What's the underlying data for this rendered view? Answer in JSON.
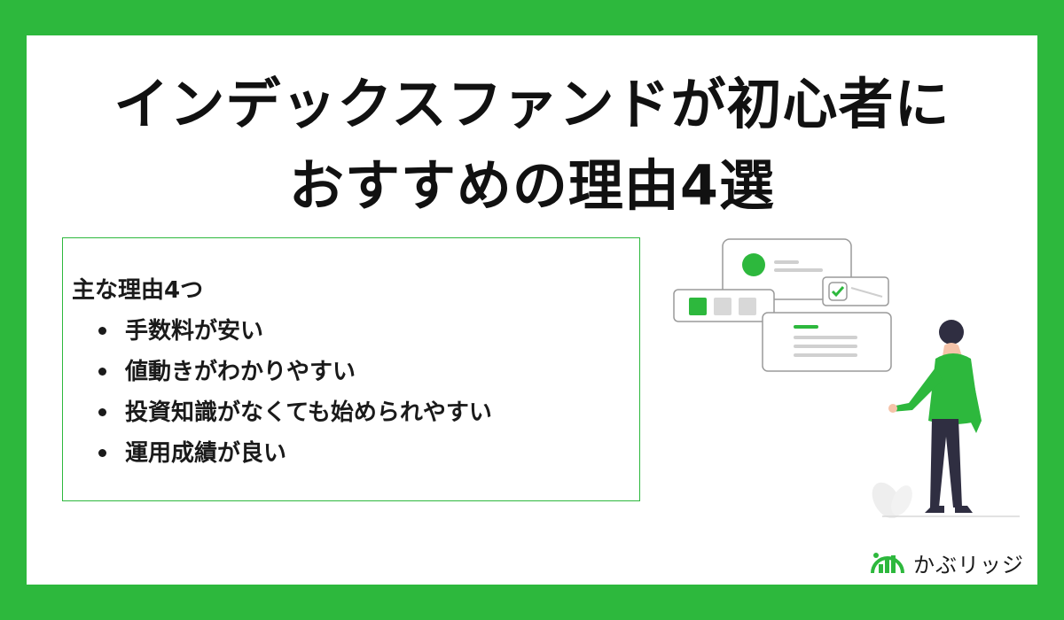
{
  "title": {
    "line1": "インデックスファンドが初心者に",
    "line2": "おすすめの理由4選"
  },
  "reasons_box": {
    "heading": "主な理由4つ",
    "items": [
      "手数料が安い",
      "値動きがわかりやすい",
      "投資知識がなくても始められやすい",
      "運用成績が良い"
    ]
  },
  "logo": {
    "text": "かぶリッジ",
    "icon": "chart-bars-logo-icon"
  },
  "colors": {
    "frame": "#2db83d",
    "accent": "#2db83d",
    "text": "#1a1a1a"
  },
  "illustration": {
    "icon": "person-with-dashboard-cards-illustration"
  }
}
